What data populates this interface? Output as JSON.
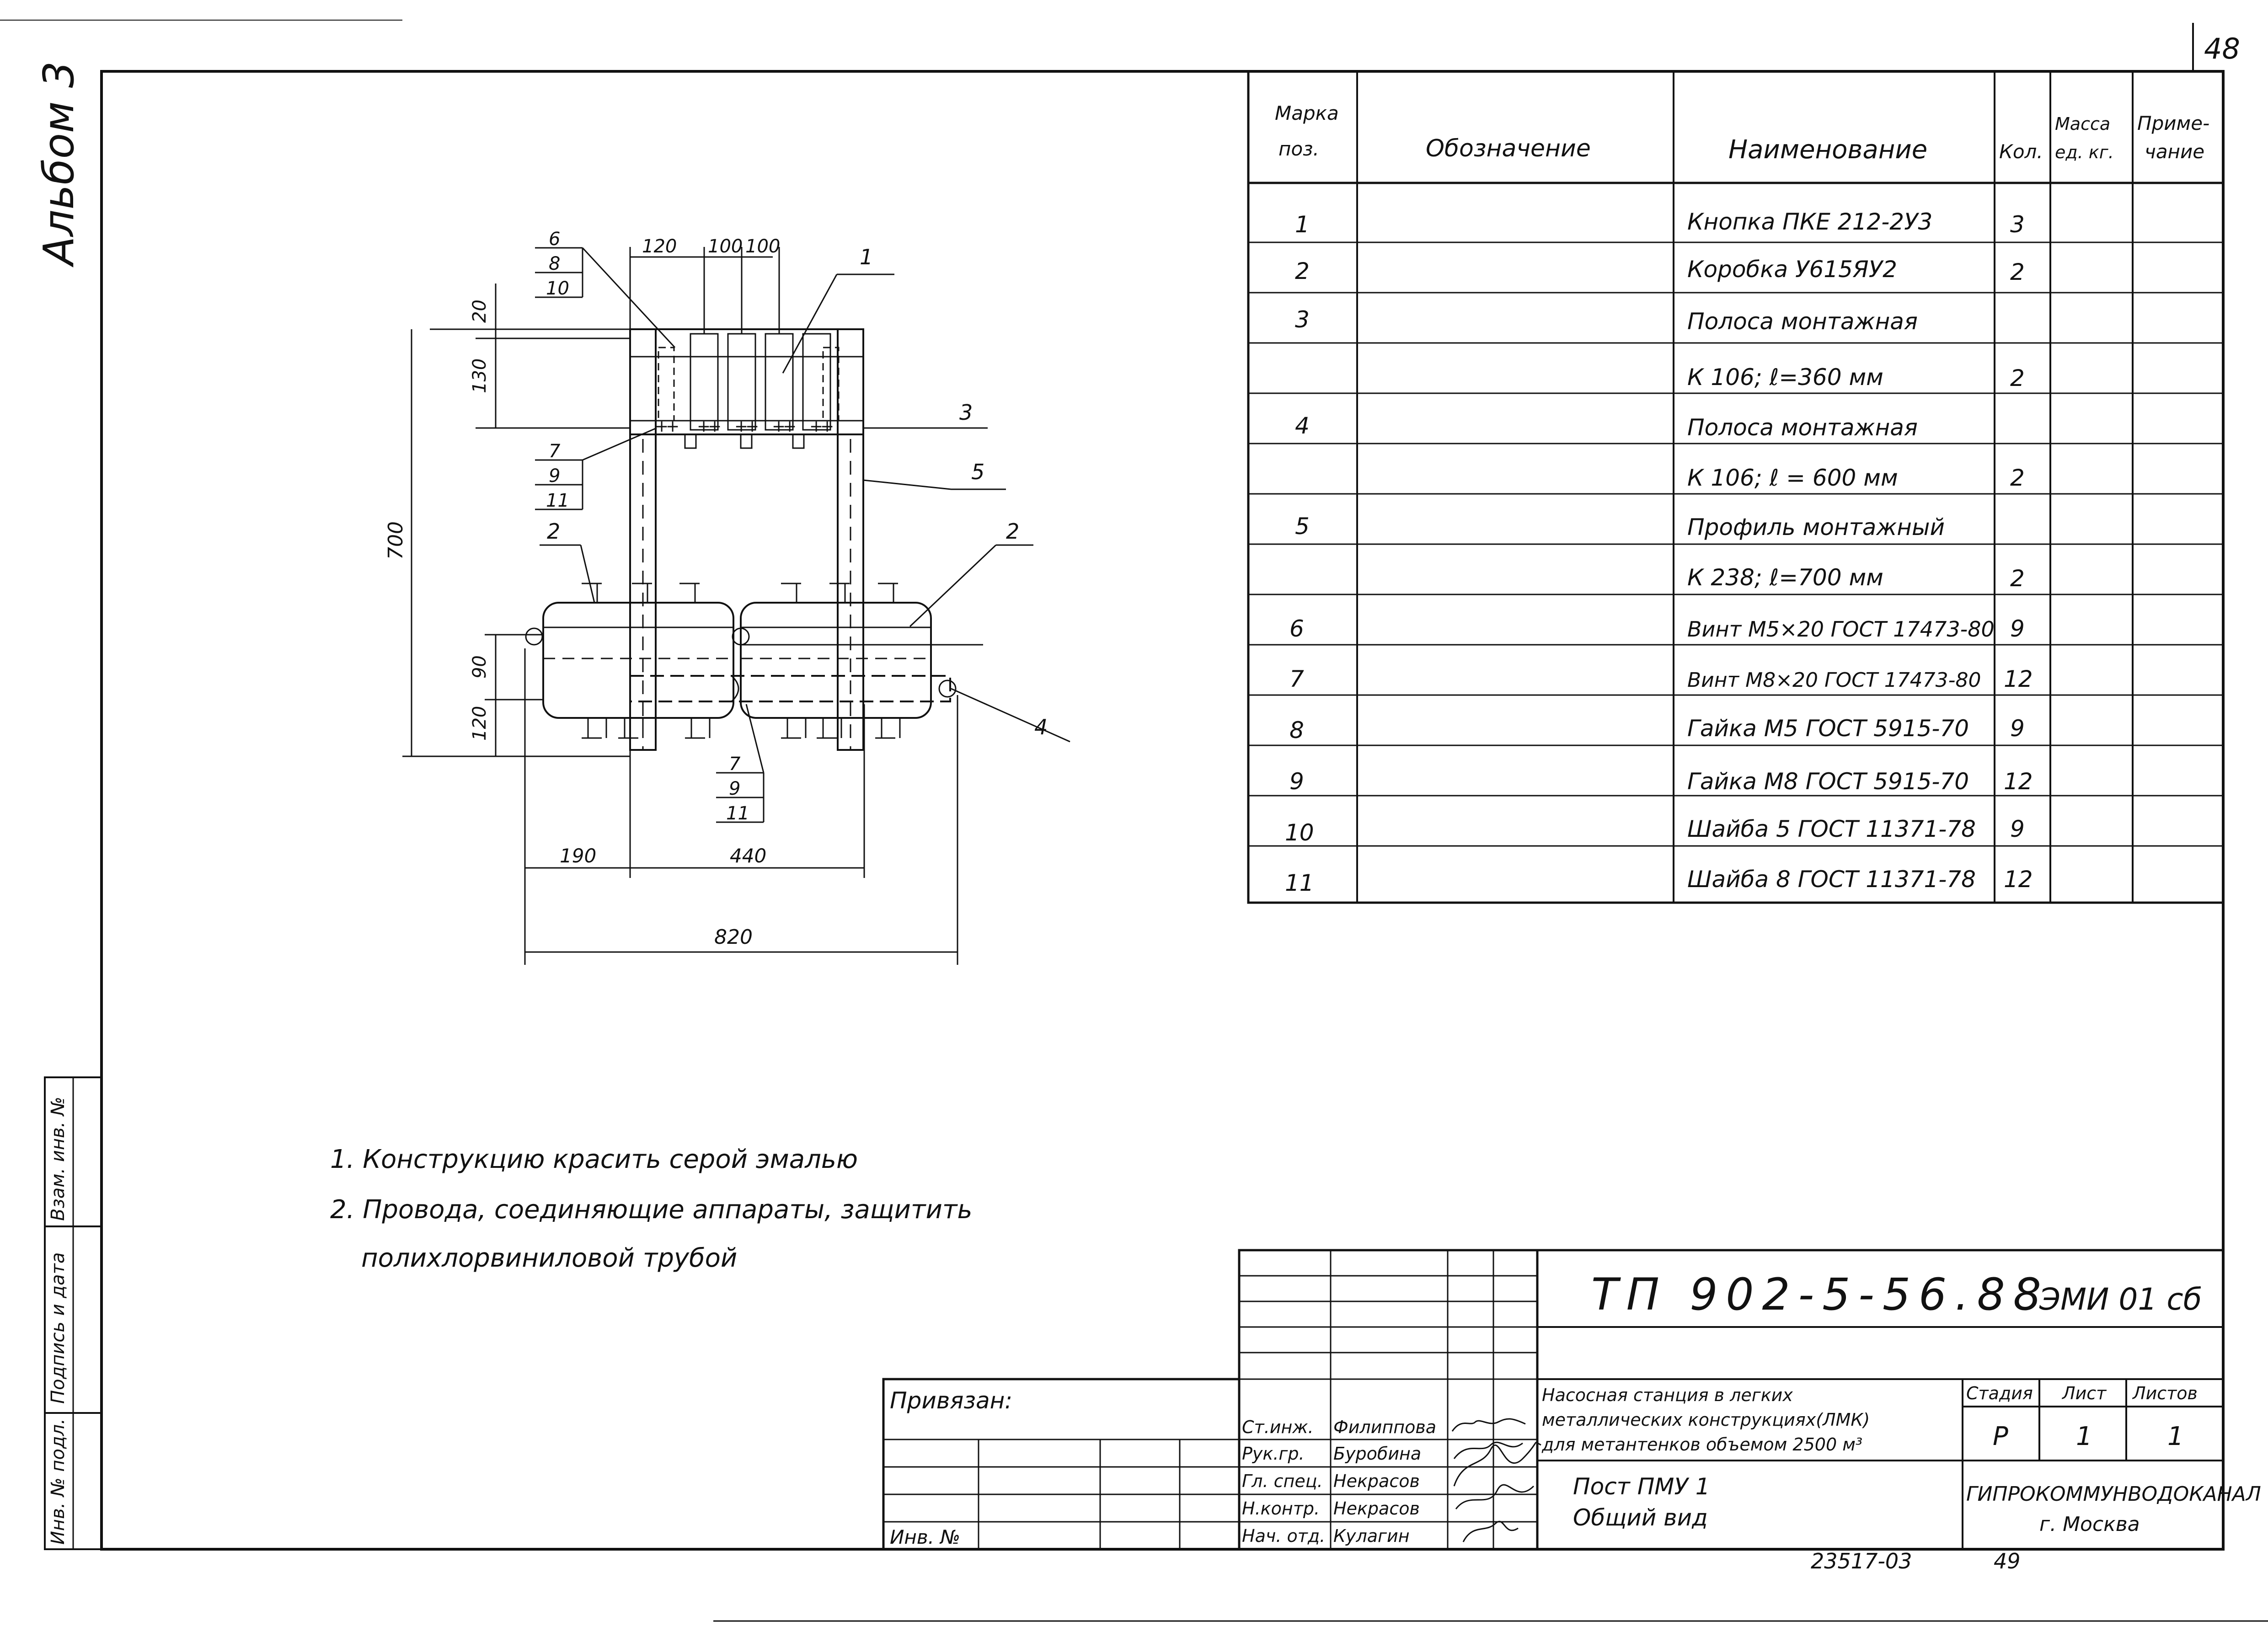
{
  "album": "Альбом 3",
  "sheet_corner_number": "48",
  "spec_table": {
    "headers": {
      "pos": [
        "Марка",
        "поз."
      ],
      "designation": "Обозначение",
      "name": "Наименование",
      "qty": "Кол.",
      "mass": [
        "Масса",
        "ед. кг."
      ],
      "note": [
        "Приме-",
        "чание"
      ]
    },
    "rows": [
      {
        "pos": "1",
        "name": "Кнопка  ПКЕ 212-2У3",
        "qty": "3"
      },
      {
        "pos": "2",
        "name": "Коробка  У615ЯУ2",
        "qty": "2"
      },
      {
        "pos": "3",
        "name": "Полоса   монтажная",
        "qty": ""
      },
      {
        "pos": "",
        "name": "К 106;   ℓ=360 мм",
        "qty": "2"
      },
      {
        "pos": "4",
        "name": "Полоса   монтажная",
        "qty": ""
      },
      {
        "pos": "",
        "name": "К 106;   ℓ = 600 мм",
        "qty": "2"
      },
      {
        "pos": "5",
        "name": "Профиль  монтажный",
        "qty": ""
      },
      {
        "pos": "",
        "name": "К 238;   ℓ=700 мм",
        "qty": "2"
      },
      {
        "pos": "6",
        "name": "Винт  М5×20 ГОСТ 17473-80",
        "qty": "9"
      },
      {
        "pos": "7",
        "name": "Винт  М8×20 ГОСТ 17473-80",
        "qty": "12"
      },
      {
        "pos": "8",
        "name": "Гайка  М5  ГОСТ 5915-70",
        "qty": "9"
      },
      {
        "pos": "9",
        "name": "Гайка  М8  ГОСТ 5915-70",
        "qty": "12"
      },
      {
        "pos": "10",
        "name": "Шайба 5   ГОСТ 11371-78",
        "qty": "9"
      },
      {
        "pos": "11",
        "name": "Шайба 8   ГОСТ 11371-78",
        "qty": "12"
      }
    ]
  },
  "drawing": {
    "dims": {
      "w120": "120",
      "w100a": "100",
      "w100b": "100",
      "h20": "20",
      "h130": "130",
      "h700": "700",
      "h90": "90",
      "h120": "120",
      "w190": "190",
      "w440": "440",
      "w820": "820"
    },
    "callouts": {
      "tl_stack": [
        "6",
        "8",
        "10"
      ],
      "ml_stack": [
        "7",
        "9",
        "11"
      ],
      "bot_stack": [
        "7",
        "9",
        "11"
      ],
      "p1": "1",
      "p2a": "2",
      "p2b": "2",
      "p3": "3",
      "p4": "4",
      "p5": "5"
    }
  },
  "notes": [
    "1. Конструкцию   красить   серой   эмалью",
    "2. Провода,  соединяющие   аппараты,  защитить",
    "полихлорвиниловой   трубой"
  ],
  "side_stamp": {
    "inv_podl": "Инв. № подл.",
    "podpis_data": "Подпись и дата",
    "vzam_inv": "Взам. инв. №"
  },
  "title_block": {
    "doc_code": "ТП 902-5-56.88",
    "doc_suffix": "ЭМИ 01 сб",
    "privyazan": "Привязан:",
    "inv_no": "Инв. №",
    "project_name": [
      "Насосная станция в легких",
      "металлических конструкциях(ЛМК)",
      "для метантенков объемом 2500 м³"
    ],
    "sheet_title": [
      "Пост ПМУ 1",
      "Общий вид"
    ],
    "stage_label": "Стадия",
    "sheet_label": "Лист",
    "sheets_label": "Листов",
    "stage": "Р",
    "sheet": "1",
    "sheets": "1",
    "organization": [
      "ГИПРОКОММУНВОДОКАНАЛ",
      "г. Москва"
    ],
    "roles": [
      {
        "role": "Ст.инж.",
        "name": "Филиппова"
      },
      {
        "role": "Рук.гр.",
        "name": "Буробина"
      },
      {
        "role": "Гл. спец.",
        "name": "Некрасов"
      },
      {
        "role": "Н.контр.",
        "name": "Некрасов"
      },
      {
        "role": "Нач. отд.",
        "name": "Кулагин"
      }
    ],
    "archive_no": "23517-03",
    "page_no": "49"
  }
}
